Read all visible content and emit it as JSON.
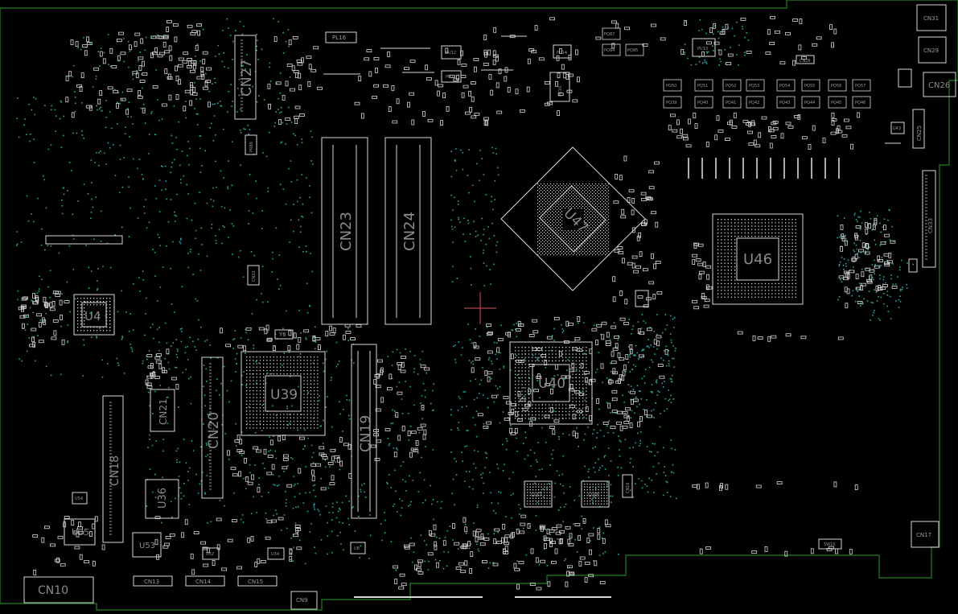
{
  "colors": {
    "background": "#000000",
    "board_outline": "#1f6b1f",
    "silkscreen": "#d8d8d8",
    "label": "#8a8a8a",
    "via": "#2aa6a6",
    "cursor": "#b04050"
  },
  "labels": {
    "CN31": "CN31",
    "CN29": "CN29",
    "CN26": "CN26",
    "CN25": "CN25",
    "CN33": "CN33",
    "CN27": "CN27",
    "CN23": "CN23",
    "CN24": "CN24",
    "CN21": "CN21",
    "CN20": "CN20",
    "CN19": "CN19",
    "CN18": "CN18",
    "CN10": "CN10",
    "CN13": "CN13",
    "CN14": "CN14",
    "CN15": "CN15",
    "CN9": "CN9",
    "CN17": "CN17",
    "CN16": "CN16",
    "CN22": "CN22",
    "PL16": "PL16",
    "U47": "U47",
    "U46": "U46",
    "U4": "U4",
    "U39": "U39",
    "U40": "U40",
    "U36": "U36",
    "U35": "U35",
    "U53": "U53",
    "U54": "U54",
    "U37": "U37",
    "U38": "U38",
    "U32": "U32",
    "U34": "U34",
    "U43": "U43",
    "Y6": "Y6",
    "PU10": "PU10",
    "PU11": "PU11",
    "PU12": "PU12",
    "PU13": "PU13",
    "PU14": "PU14",
    "PQ87": "PQ87",
    "PQ84": "PQ84",
    "PQ85": "PQ85",
    "PQ50": "PQ50",
    "PQ51": "PQ51",
    "PQ52": "PQ52",
    "PQ53": "PQ53",
    "PQ54": "PQ54",
    "PQ55": "PQ55",
    "PQ56": "PQ56",
    "PQ57": "PQ57",
    "PQ39": "PQ39",
    "PQ40": "PQ40",
    "PQ41": "PQ41",
    "PQ42": "PQ42",
    "PQ43": "PQ43",
    "PQ44": "PQ44",
    "PQ45": "PQ45",
    "PQ46": "PQ46",
    "CN28": "CN28",
    "SW10": "SW10",
    "PR80": "PR80",
    "U8": "U8"
  }
}
